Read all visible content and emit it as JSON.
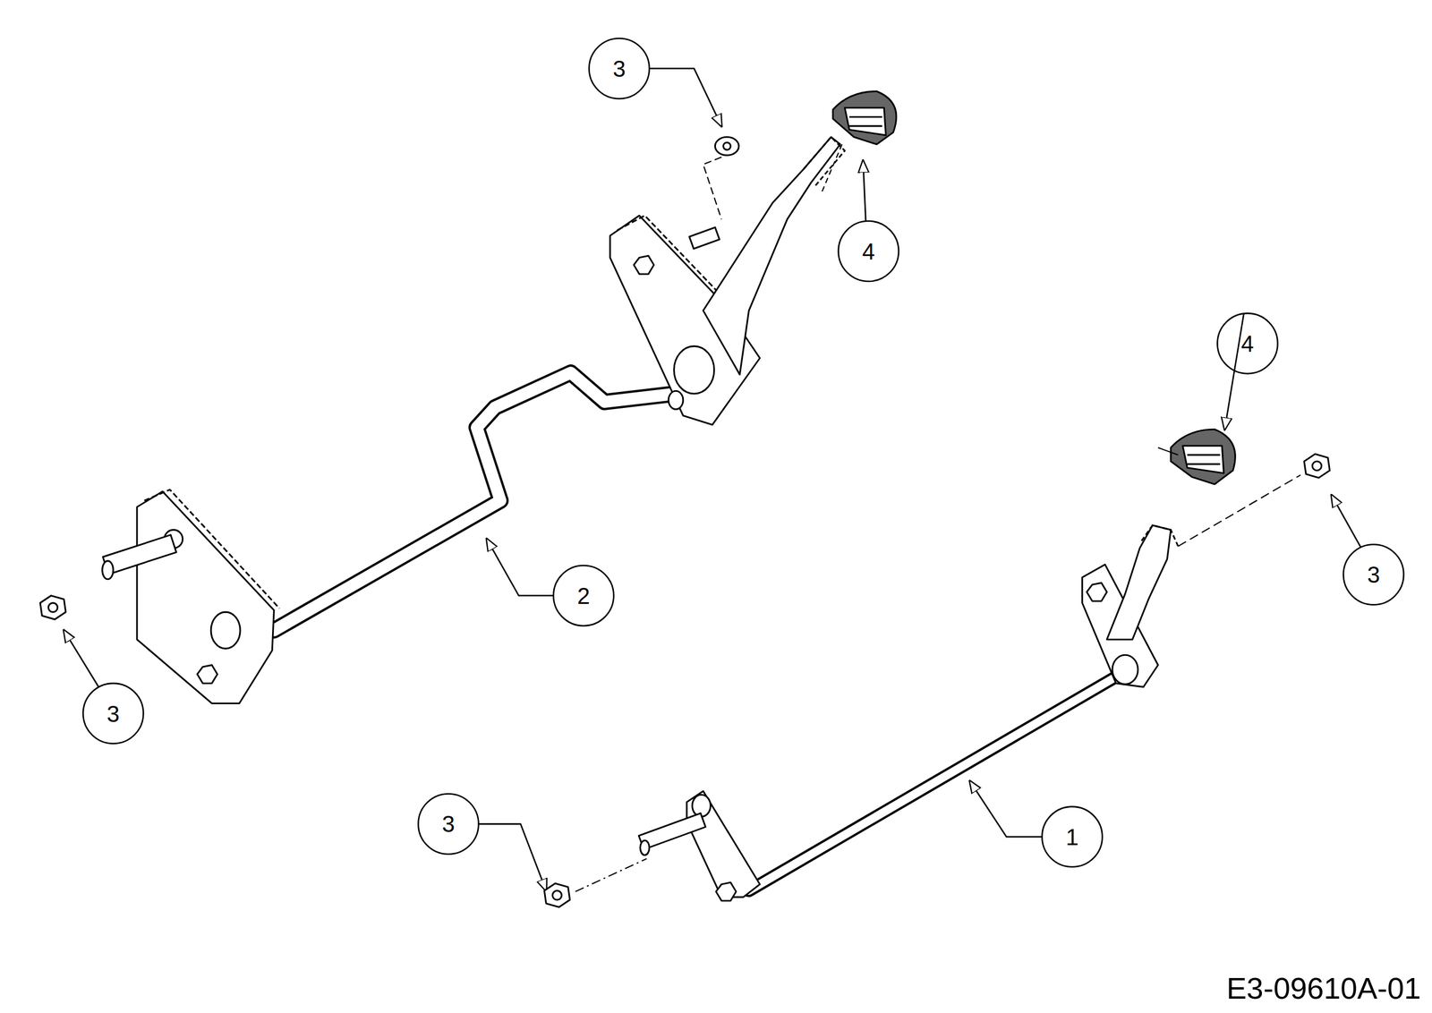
{
  "diagram": {
    "labels": [
      "3",
      "4",
      "4",
      "3",
      "2",
      "3",
      "3",
      "1",
      "E3-09610A-01"
    ]
  }
}
